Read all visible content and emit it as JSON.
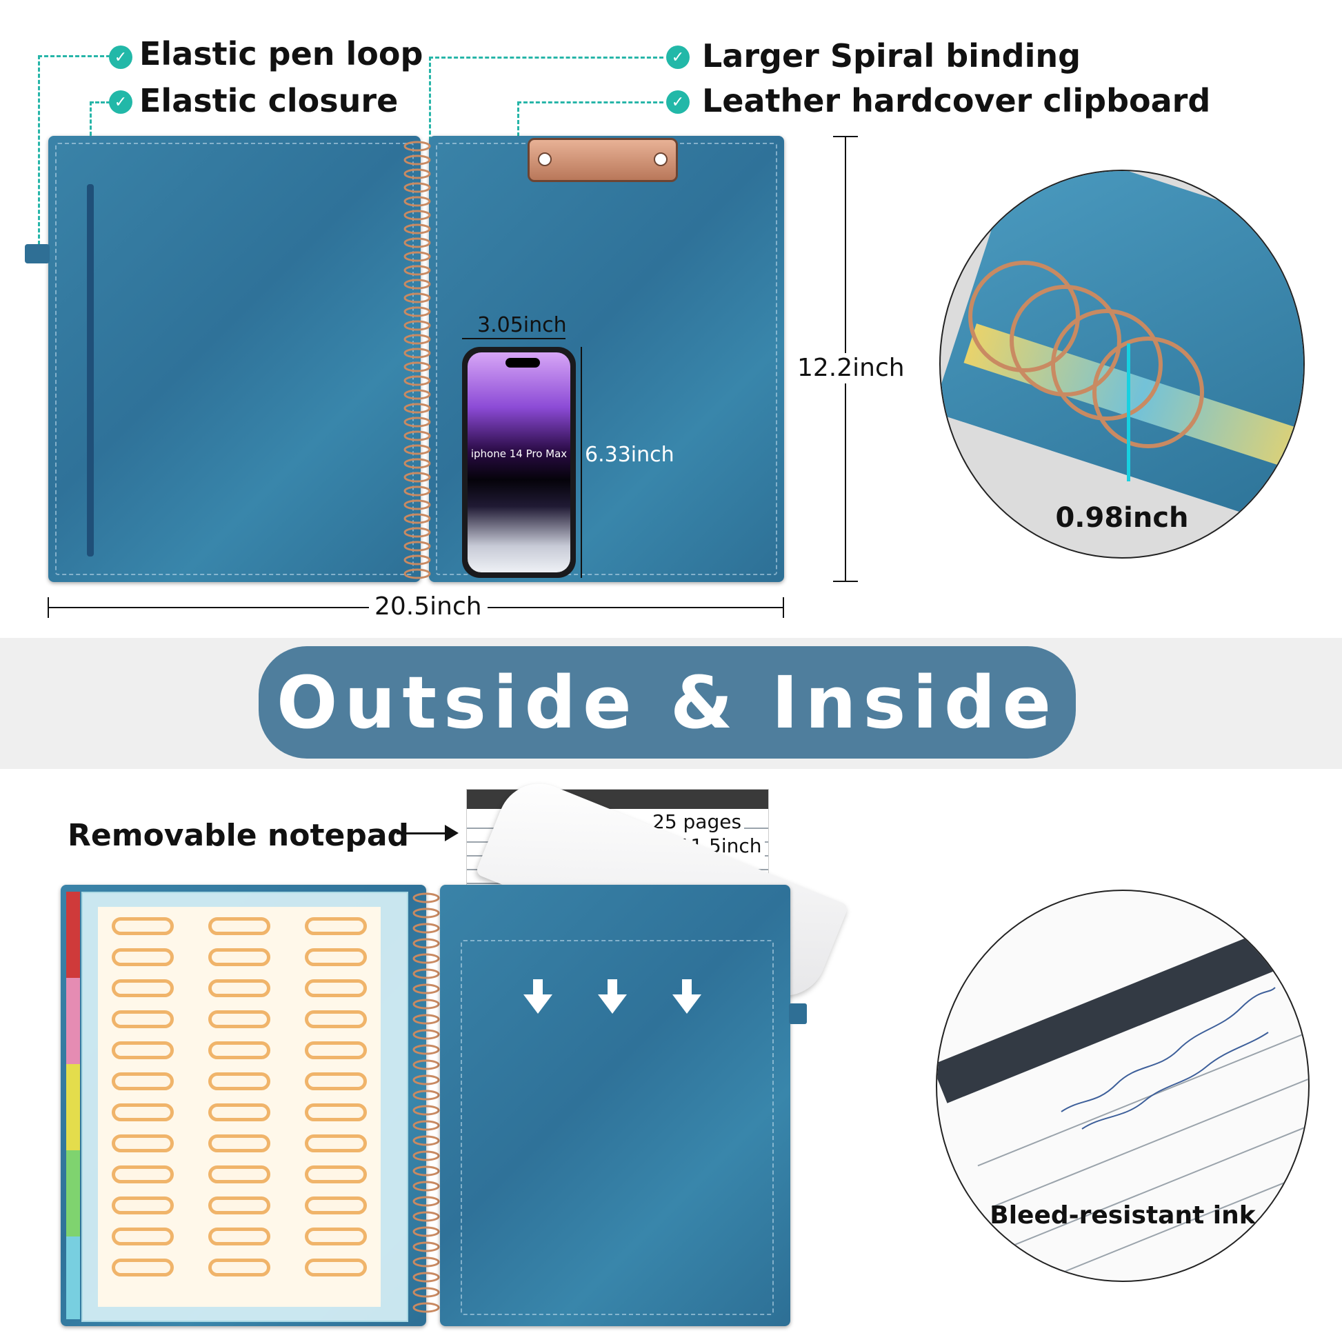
{
  "features": {
    "pen_loop": "Elastic pen loop",
    "closure": "Elastic closure",
    "spiral": "Larger Spiral binding",
    "clipboard": "Leather hardcover clipboard"
  },
  "dimensions": {
    "width": "20.5inch",
    "height": "12.2inch",
    "phone_width": "3.05inch",
    "phone_height": "6.33inch",
    "phone_label": "iphone 14 Pro Max",
    "ring_size": "0.98inch"
  },
  "banner": {
    "title": "Outside & Inside"
  },
  "notepad": {
    "label": "Removable notepad",
    "pages": "25 pages",
    "size": "8.5*11.5inch"
  },
  "ink": {
    "label": "Bleed-resistant ink"
  },
  "colors": {
    "cover": "#3a83a8",
    "accent": "#22b8a8",
    "banner": "#4f7e9d",
    "rings": "#c98a62"
  }
}
